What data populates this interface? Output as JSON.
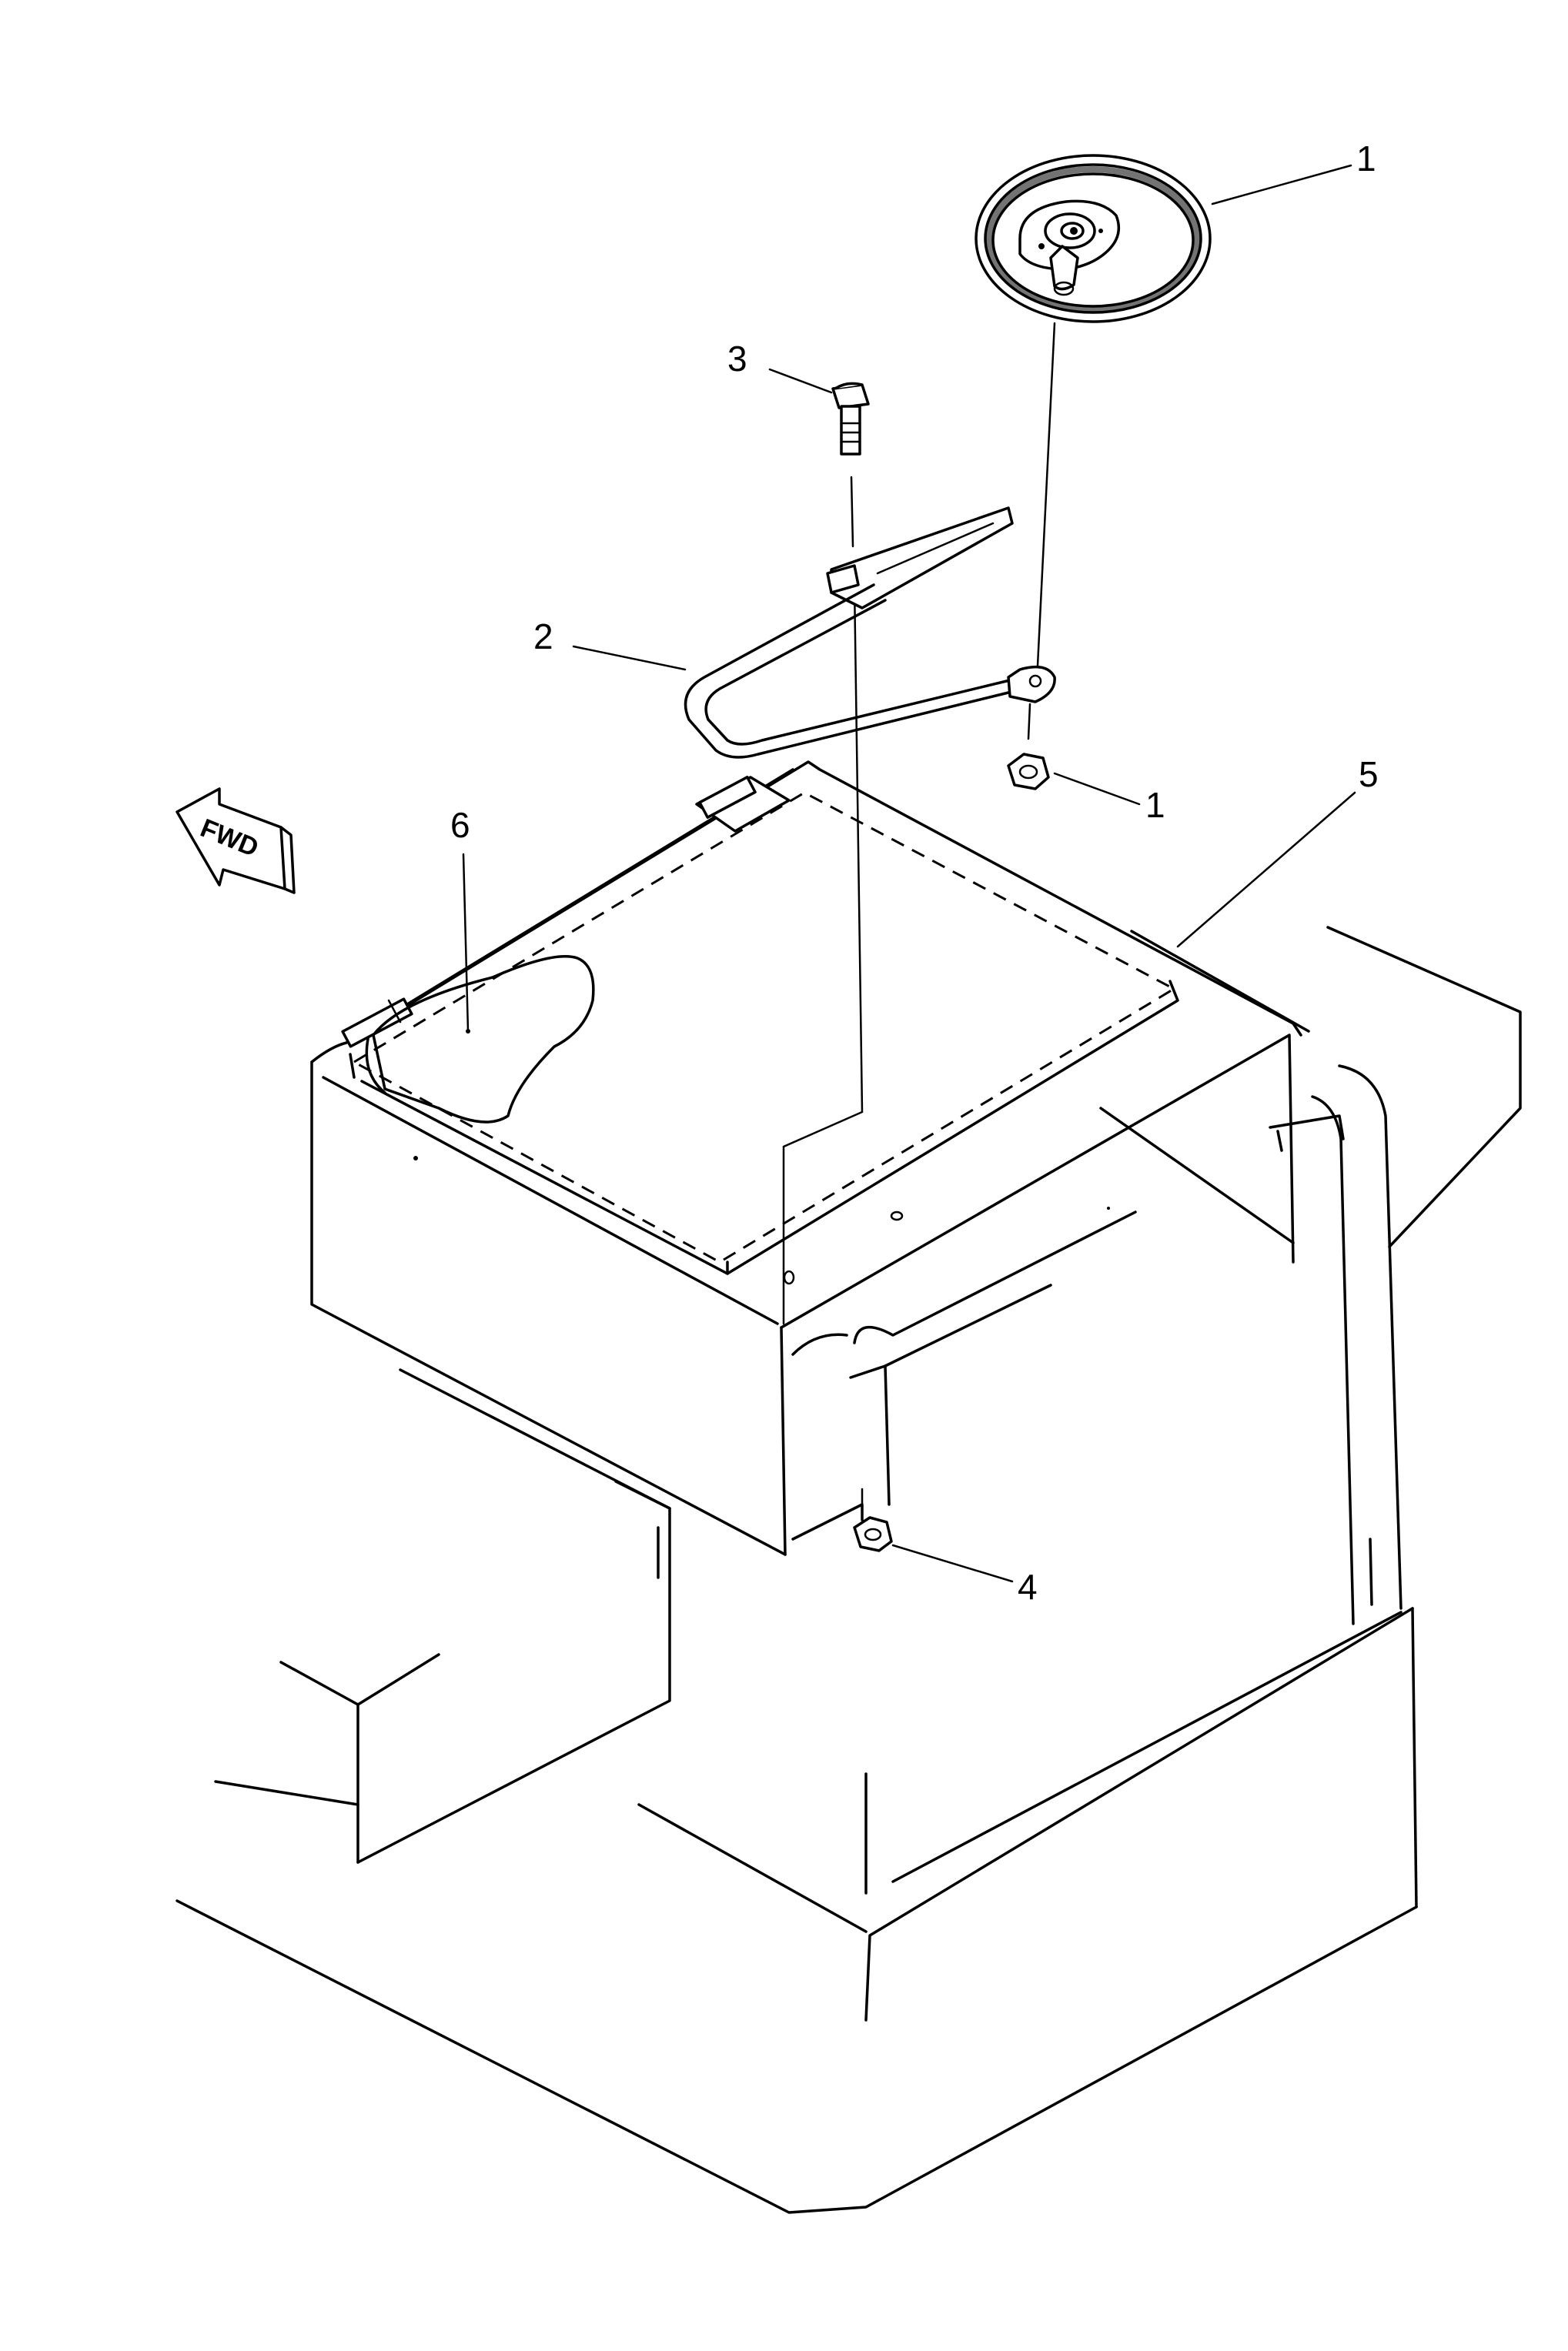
{
  "diagram": {
    "callouts": [
      {
        "id": "mirror",
        "label": "1"
      },
      {
        "id": "nut-top",
        "label": "1"
      },
      {
        "id": "stay",
        "label": "2"
      },
      {
        "id": "bolt",
        "label": "3"
      },
      {
        "id": "nut-bottom",
        "label": "4"
      },
      {
        "id": "cover",
        "label": "5"
      },
      {
        "id": "mat",
        "label": "6"
      }
    ],
    "direction_arrow": {
      "label": "FWD"
    }
  },
  "colors": {
    "line": "#000000",
    "background": "#ffffff"
  }
}
